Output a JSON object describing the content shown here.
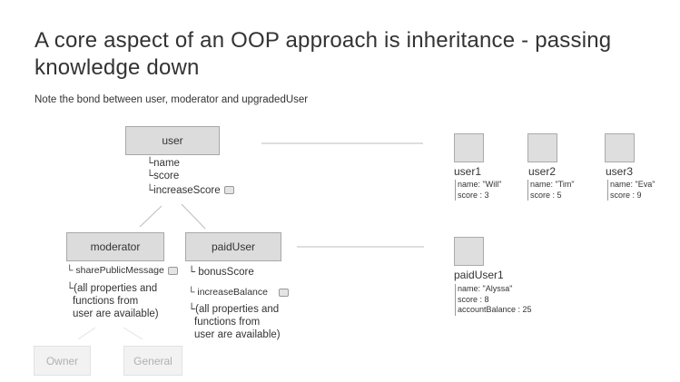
{
  "title_line1": "A core aspect of an OOP approach is inheritance - passing",
  "title_line2": "knowledge down",
  "subtitle": "Note the bond between user, moderator and upgradedUser",
  "user": {
    "label": "user",
    "props": [
      "└name",
      "└score",
      "└increaseScore"
    ]
  },
  "moderator": {
    "label": "moderator",
    "props": [
      "└ sharePublicMessage",
      "└(all properties and",
      "functions from",
      "user are available)"
    ]
  },
  "paidUser": {
    "label": "paidUser",
    "props": [
      "└ bonusScore",
      "└ increaseBalance",
      "└(all properties and",
      "functions from",
      "user are available)"
    ]
  },
  "sub": {
    "owner": "Owner",
    "general": "General"
  },
  "instances": [
    {
      "name": "user1",
      "props": [
        "name: \"Will\"",
        "score : 3"
      ]
    },
    {
      "name": "user2",
      "props": [
        "name: \"Tim\"",
        "score : 5"
      ]
    },
    {
      "name": "user3",
      "props": [
        "name: \"Eva\"",
        "score : 9"
      ]
    },
    {
      "name": "paidUser1",
      "props": [
        "name: \"Alyssa\"",
        "score : 8",
        "accountBalance : 25"
      ]
    }
  ]
}
